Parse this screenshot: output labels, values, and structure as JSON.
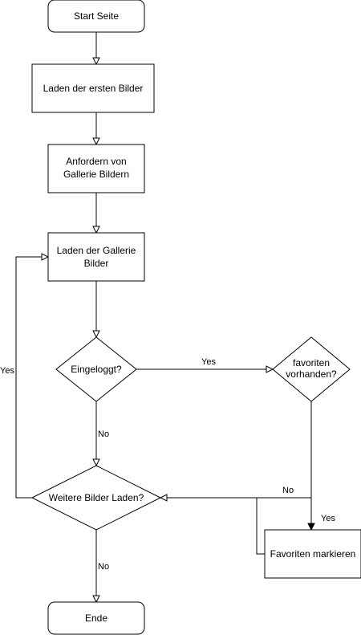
{
  "nodes": {
    "start": {
      "label": "Start Seite"
    },
    "load_first": {
      "label": "Laden der ersten Bilder"
    },
    "request_gallery": {
      "line1": "Anfordern von",
      "line2": "Gallerie Bildern"
    },
    "load_gallery": {
      "line1": "Laden der Gallerie",
      "line2": "Bilder"
    },
    "logged_in": {
      "label": "Eingeloggt?"
    },
    "favorites_exist": {
      "line1": "favoriten",
      "line2": "vorhanden?"
    },
    "load_more": {
      "label": "Weitere Bilder Laden?"
    },
    "mark_favorites": {
      "label": "Favoriten markieren"
    },
    "end": {
      "label": "Ende"
    }
  },
  "edges": {
    "logged_in_yes": "Yes",
    "logged_in_no": "No",
    "load_more_yes": "Yes",
    "load_more_no": "No",
    "favorites_yes": "Yes",
    "favorites_no": "No"
  }
}
